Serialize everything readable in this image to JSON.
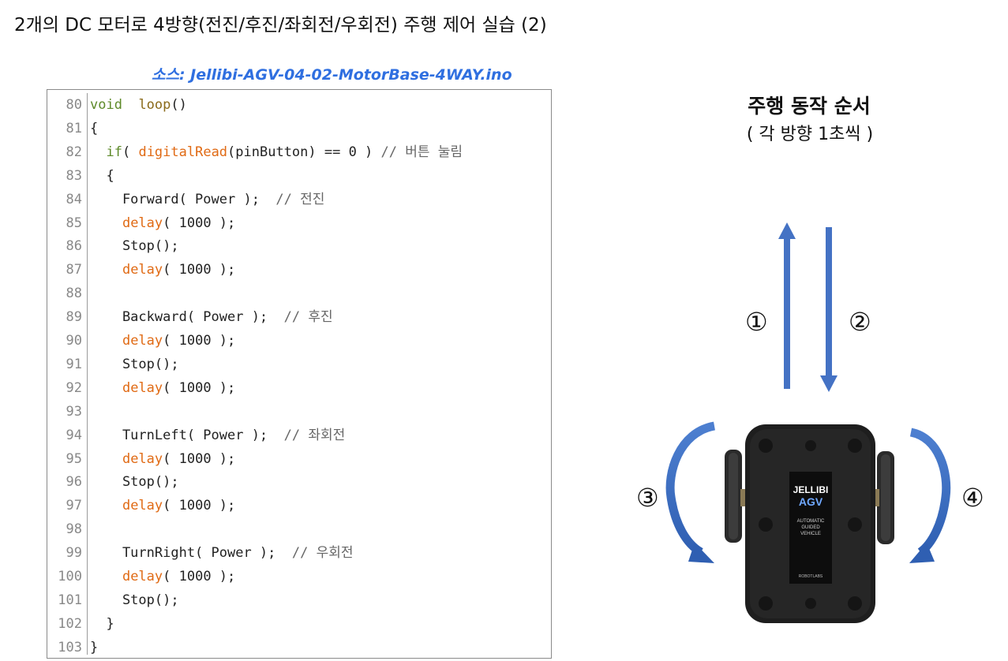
{
  "title": "2개의 DC 모터로 4방향(전진/후진/좌회전/우회전) 주행 제어 실습 (2)",
  "source_label": "소스: Jellibi-AGV-04-02-MotorBase-4WAY.ino",
  "code": [
    {
      "n": "80",
      "parts": [
        [
          "kw",
          "void"
        ],
        [
          "t",
          "  "
        ],
        [
          "fn2",
          "loop"
        ],
        [
          "t",
          "()"
        ]
      ]
    },
    {
      "n": "81",
      "parts": [
        [
          "t",
          "{"
        ]
      ]
    },
    {
      "n": "82",
      "parts": [
        [
          "t",
          "  "
        ],
        [
          "kw",
          "if"
        ],
        [
          "t",
          "( "
        ],
        [
          "fn",
          "digitalRead"
        ],
        [
          "t",
          "(pinButton) == 0 ) "
        ],
        [
          "cm",
          "// 버튼 눌림"
        ]
      ]
    },
    {
      "n": "83",
      "parts": [
        [
          "t",
          "  {"
        ]
      ]
    },
    {
      "n": "84",
      "parts": [
        [
          "t",
          "    Forward( Power );  "
        ],
        [
          "cm",
          "// 전진"
        ]
      ]
    },
    {
      "n": "85",
      "parts": [
        [
          "t",
          "    "
        ],
        [
          "fn",
          "delay"
        ],
        [
          "t",
          "( 1000 );"
        ]
      ]
    },
    {
      "n": "86",
      "parts": [
        [
          "t",
          "    Stop();"
        ]
      ]
    },
    {
      "n": "87",
      "parts": [
        [
          "t",
          "    "
        ],
        [
          "fn",
          "delay"
        ],
        [
          "t",
          "( 1000 );"
        ]
      ]
    },
    {
      "n": "88",
      "parts": []
    },
    {
      "n": "89",
      "parts": [
        [
          "t",
          "    Backward( Power );  "
        ],
        [
          "cm",
          "// 후진"
        ]
      ]
    },
    {
      "n": "90",
      "parts": [
        [
          "t",
          "    "
        ],
        [
          "fn",
          "delay"
        ],
        [
          "t",
          "( 1000 );"
        ]
      ]
    },
    {
      "n": "91",
      "parts": [
        [
          "t",
          "    Stop();"
        ]
      ]
    },
    {
      "n": "92",
      "parts": [
        [
          "t",
          "    "
        ],
        [
          "fn",
          "delay"
        ],
        [
          "t",
          "( 1000 );"
        ]
      ]
    },
    {
      "n": "93",
      "parts": []
    },
    {
      "n": "94",
      "parts": [
        [
          "t",
          "    TurnLeft( Power );  "
        ],
        [
          "cm",
          "// 좌회전"
        ]
      ]
    },
    {
      "n": "95",
      "parts": [
        [
          "t",
          "    "
        ],
        [
          "fn",
          "delay"
        ],
        [
          "t",
          "( 1000 );"
        ]
      ]
    },
    {
      "n": "96",
      "parts": [
        [
          "t",
          "    Stop();"
        ]
      ]
    },
    {
      "n": "97",
      "parts": [
        [
          "t",
          "    "
        ],
        [
          "fn",
          "delay"
        ],
        [
          "t",
          "( 1000 );"
        ]
      ]
    },
    {
      "n": "98",
      "parts": []
    },
    {
      "n": "99",
      "parts": [
        [
          "t",
          "    TurnRight( Power );  "
        ],
        [
          "cm",
          "// 우회전"
        ]
      ]
    },
    {
      "n": "100",
      "parts": [
        [
          "t",
          "    "
        ],
        [
          "fn",
          "delay"
        ],
        [
          "t",
          "( 1000 );"
        ]
      ]
    },
    {
      "n": "101",
      "parts": [
        [
          "t",
          "    Stop();"
        ]
      ]
    },
    {
      "n": "102",
      "parts": [
        [
          "t",
          "  }"
        ]
      ]
    },
    {
      "n": "103",
      "parts": [
        [
          "t",
          "}"
        ]
      ]
    }
  ],
  "diagram": {
    "heading": "주행 동작 순서",
    "subheading": "( 각 방향 1초씩 )",
    "steps": [
      "①",
      "②",
      "③",
      "④"
    ],
    "robot": {
      "brand": "JELLIBI",
      "model": "AGV",
      "tagline_1": "AUTOMATIC",
      "tagline_2": "GUIDED",
      "tagline_3": "VEHICLE",
      "maker": "ROBOTLABS"
    },
    "arrow_color": "#4472c4"
  },
  "colors": {
    "keyword": "#5e8a2a",
    "function": "#e06a14",
    "comment": "#666666",
    "source_label": "#2f6fe0"
  }
}
